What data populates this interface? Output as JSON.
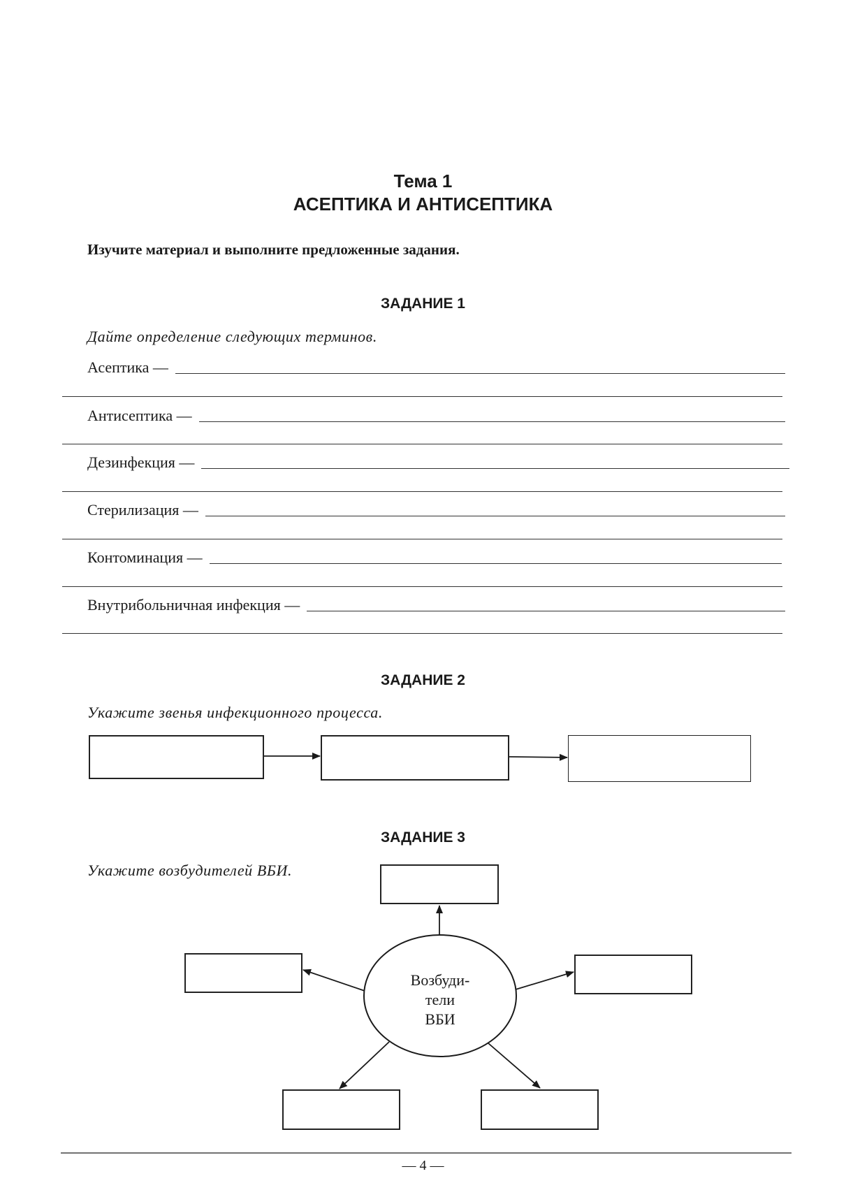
{
  "header": {
    "topic_number": "Тема 1",
    "topic_title": "АСЕПТИКА И АНТИСЕПТИКА"
  },
  "instruction": "Изучите материал и выполните предложенные задания.",
  "task1": {
    "title": "ЗАДАНИЕ 1",
    "prompt": "Дайте определение следующих терминов.",
    "terms": [
      {
        "label": "Асептика —"
      },
      {
        "label": "Антисептика —"
      },
      {
        "label": "Дезинфекция —"
      },
      {
        "label": "Стерилизация —"
      },
      {
        "label": "Контоминация —"
      },
      {
        "label": "Внутрибольничная инфекция —"
      }
    ]
  },
  "task2": {
    "title": "ЗАДАНИЕ 2",
    "prompt": "Укажите звенья инфекционного процесса."
  },
  "task3": {
    "title": "ЗАДАНИЕ 3",
    "prompt": "Укажите возбудителей ВБИ.",
    "center_label": {
      "line1": "Возбуди-",
      "line2": "тели",
      "line3": "ВБИ"
    }
  },
  "footer": {
    "page_number": "— 4 —"
  }
}
